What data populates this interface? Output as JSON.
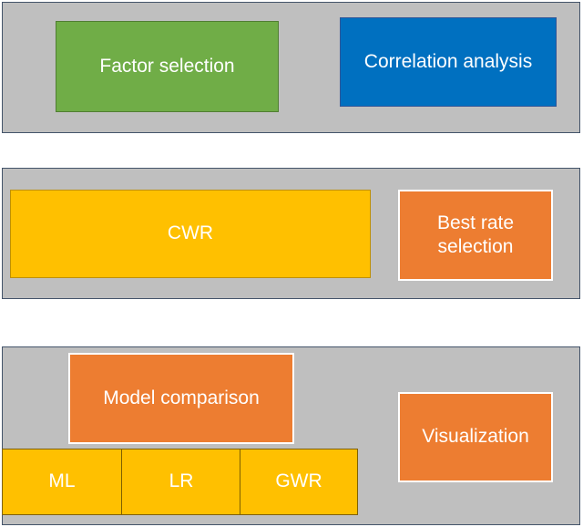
{
  "panels": {
    "top": {
      "factor_selection": "Factor selection",
      "correlation_analysis": "Correlation analysis"
    },
    "middle": {
      "cwr": "CWR",
      "best_rate_selection": "Best rate selection"
    },
    "bottom": {
      "model_comparison": "Model comparison",
      "visualization": "Visualization",
      "ml": "ML",
      "lr": "LR",
      "gwr": "GWR"
    }
  },
  "colors": {
    "panel_fill": "#bfbfbf",
    "panel_border": "#44546a",
    "green": "#70ad47",
    "blue": "#0070c0",
    "gold": "#ffc000",
    "orange": "#ed7d31",
    "text": "#ffffff"
  }
}
